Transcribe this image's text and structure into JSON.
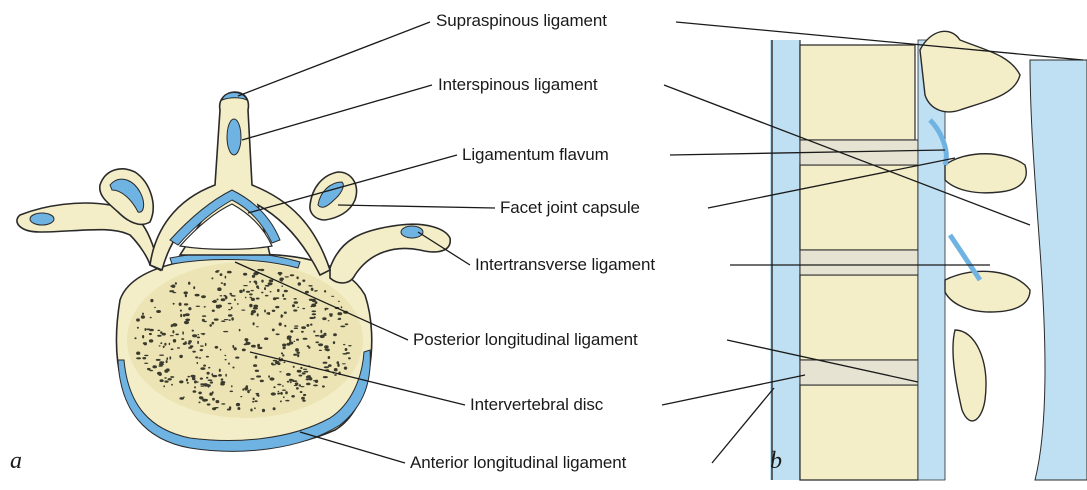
{
  "figure": {
    "panels": [
      "a",
      "b"
    ],
    "labels": {
      "supraspinous": "Supraspinous ligament",
      "interspinous": "Interspinous ligament",
      "flavum": "Ligamentum flavum",
      "facet": "Facet joint capsule",
      "intertransverse": "Intertransverse ligament",
      "posterior": "Posterior longitudinal ligament",
      "disc": "Intervertebral disc",
      "anterior": "Anterior longitudinal ligament"
    },
    "colors": {
      "bone": "#f3eec8",
      "bone_shadow": "#d9d1a0",
      "ligament": "#6fb3e3",
      "ligament_light": "#bfe0f2",
      "outline": "#2a2a2a",
      "disc_speckle": "#3a3a2e"
    }
  }
}
